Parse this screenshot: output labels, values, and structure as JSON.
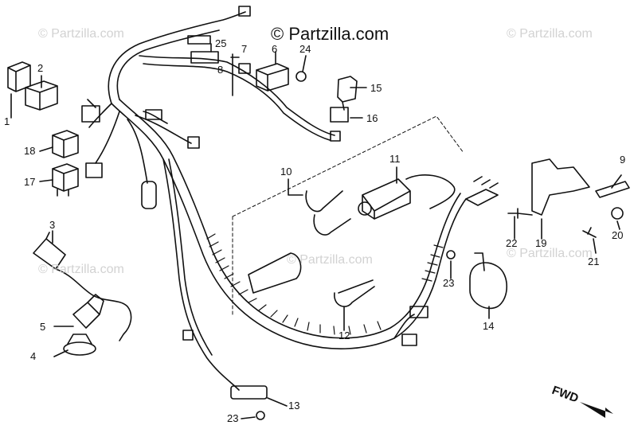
{
  "brand": {
    "text": "© Partzilla.com"
  },
  "watermarks": [
    "© Partzilla.com",
    "© Partzilla.com",
    "© Partzilla.com",
    "© Partzilla.com",
    "© Partzilla.com"
  ],
  "direction_label": "FWD",
  "callouts": [
    {
      "id": "1",
      "text": "1"
    },
    {
      "id": "2",
      "text": "2"
    },
    {
      "id": "3",
      "text": "3"
    },
    {
      "id": "4",
      "text": "4"
    },
    {
      "id": "5",
      "text": "5"
    },
    {
      "id": "6",
      "text": "6"
    },
    {
      "id": "7",
      "text": "7"
    },
    {
      "id": "8",
      "text": "8"
    },
    {
      "id": "9",
      "text": "9"
    },
    {
      "id": "10",
      "text": "10"
    },
    {
      "id": "11",
      "text": "11"
    },
    {
      "id": "12",
      "text": "12"
    },
    {
      "id": "13",
      "text": "13"
    },
    {
      "id": "14",
      "text": "14"
    },
    {
      "id": "15",
      "text": "15"
    },
    {
      "id": "16",
      "text": "16"
    },
    {
      "id": "17",
      "text": "17"
    },
    {
      "id": "18",
      "text": "18"
    },
    {
      "id": "19",
      "text": "19"
    },
    {
      "id": "20",
      "text": "20"
    },
    {
      "id": "21",
      "text": "21"
    },
    {
      "id": "22",
      "text": "22"
    },
    {
      "id": "23a",
      "text": "23"
    },
    {
      "id": "23b",
      "text": "23"
    },
    {
      "id": "24",
      "text": "24"
    },
    {
      "id": "25",
      "text": "25"
    }
  ]
}
